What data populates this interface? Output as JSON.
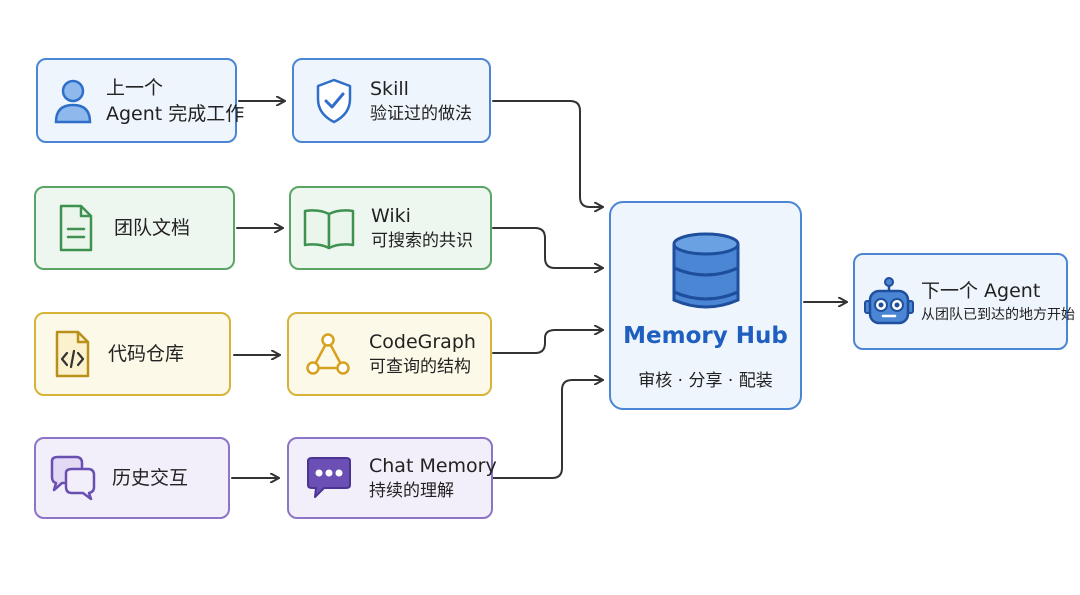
{
  "sources": [
    {
      "label_line1": "上一个",
      "label_line2": "Agent 完成工作",
      "icon": "user-icon",
      "color": "#4a86d4"
    },
    {
      "label": "团队文档",
      "icon": "document-icon",
      "color": "#5aa566"
    },
    {
      "label": "代码仓库",
      "icon": "code-file-icon",
      "color": "#d6b43a"
    },
    {
      "label": "历史交互",
      "icon": "chat-bubbles-icon",
      "color": "#8e74c7"
    }
  ],
  "memories": [
    {
      "title": "Skill",
      "desc": "验证过的做法",
      "icon": "shield-check-icon"
    },
    {
      "title": "Wiki",
      "desc": "可搜索的共识",
      "icon": "book-icon"
    },
    {
      "title": "CodeGraph",
      "desc": "可查询的结构",
      "icon": "graph-icon"
    },
    {
      "title": "Chat Memory",
      "desc": "持续的理解",
      "icon": "speech-bubble-icon"
    }
  ],
  "hub": {
    "title": "Memory Hub",
    "subtitle": "审核 · 分享 · 配装",
    "icon": "database-icon",
    "color": "#1f5fbf"
  },
  "output": {
    "title": "下一个 Agent",
    "desc": "从团队已到达的地方开始",
    "icon": "robot-icon"
  }
}
